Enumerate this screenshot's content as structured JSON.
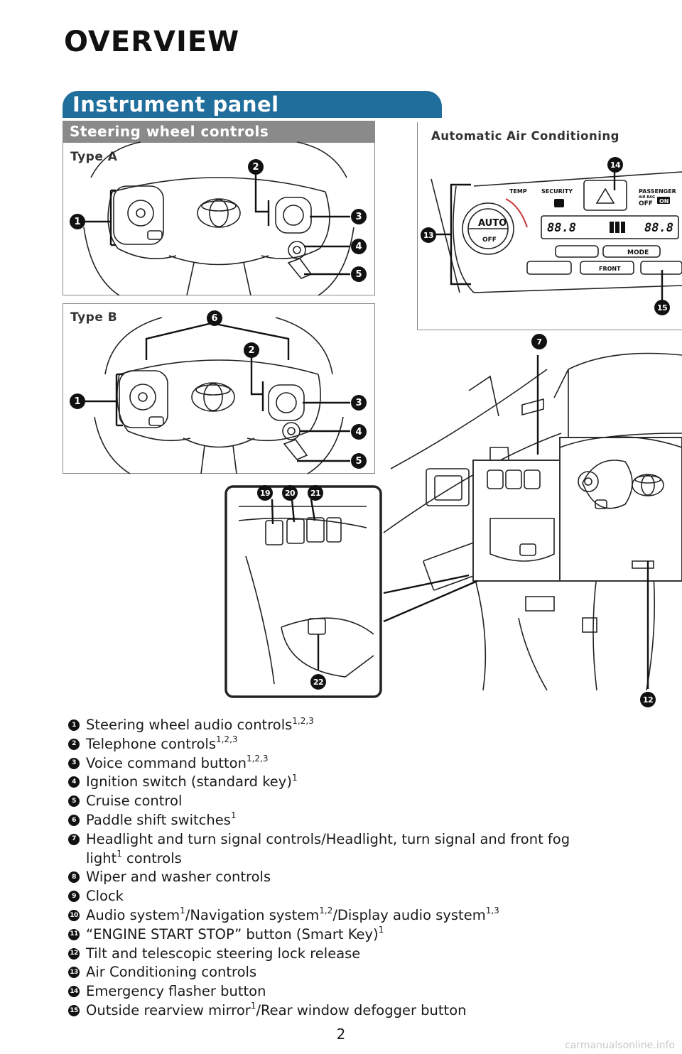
{
  "page": {
    "title": "OVERVIEW",
    "section": "Instrument panel",
    "subsection": "Steering wheel controls",
    "page_number": "2",
    "watermark": "carmanualsonline.info"
  },
  "panels": {
    "type_a_label": "Type A",
    "type_b_label": "Type B",
    "ac_label": "Automatic Air Conditioning",
    "ac_display": {
      "temp": "TEMP",
      "security": "SECURITY",
      "passenger": "PASSENGER",
      "air_bag": "AIR BAG",
      "off": "OFF",
      "on": "ON",
      "auto": "AUTO",
      "off_btn": "OFF",
      "mode": "MODE",
      "front": "FRONT",
      "left_digits": "88.8",
      "right_digits": "88.8"
    }
  },
  "callouts": {
    "type_a": [
      "2",
      "1",
      "3",
      "4",
      "5"
    ],
    "type_b": [
      "6",
      "2",
      "1",
      "3",
      "4",
      "5"
    ],
    "ac": [
      "14",
      "13",
      "15"
    ],
    "dash": [
      "7",
      "19",
      "20",
      "21",
      "22",
      "12"
    ]
  },
  "legend": [
    {
      "num": "1",
      "text": "Steering wheel audio controls",
      "sup": "1,2,3",
      "after": ""
    },
    {
      "num": "2",
      "text": "Telephone controls",
      "sup": "1,2,3",
      "after": ""
    },
    {
      "num": "3",
      "text": "Voice command button",
      "sup": "1,2,3",
      "after": ""
    },
    {
      "num": "4",
      "text": "Ignition switch (standard key)",
      "sup": "1",
      "after": ""
    },
    {
      "num": "5",
      "text": "Cruise control",
      "sup": "",
      "after": ""
    },
    {
      "num": "6",
      "text": "Paddle shift switches",
      "sup": "1",
      "after": ""
    },
    {
      "num": "7",
      "text": "Headlight and turn signal controls/Headlight, turn signal and front fog",
      "sup": "",
      "after": ""
    },
    {
      "num": "",
      "text": "light",
      "sup": "1",
      "after": " controls"
    },
    {
      "num": "8",
      "text": "Wiper and washer controls",
      "sup": "",
      "after": ""
    },
    {
      "num": "9",
      "text": "Clock",
      "sup": "",
      "after": ""
    },
    {
      "num": "10",
      "text": "Audio system",
      "sup": "1",
      "after": "/Navigation system",
      "sup2": "1,2",
      "after2": "/Display audio system",
      "sup3": "1,3"
    },
    {
      "num": "11",
      "text": "“ENGINE START STOP” button (Smart Key)",
      "sup": "1",
      "after": ""
    },
    {
      "num": "12",
      "text": "Tilt and telescopic steering lock release",
      "sup": "",
      "after": ""
    },
    {
      "num": "13",
      "text": "Air Conditioning controls",
      "sup": "",
      "after": ""
    },
    {
      "num": "14",
      "text": "Emergency flasher button",
      "sup": "",
      "after": ""
    },
    {
      "num": "15",
      "text": "Outside rearview mirror",
      "sup": "1",
      "after": "/Rear window defogger button"
    }
  ],
  "colors": {
    "section_tab": "#1f6e9c",
    "subheader": "#8a8a8a",
    "callout": "#111111"
  }
}
